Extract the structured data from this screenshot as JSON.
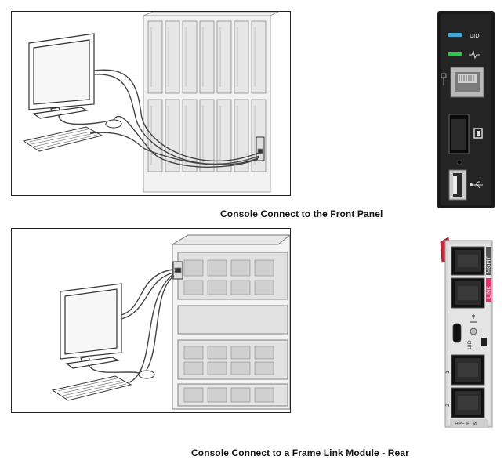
{
  "captions": {
    "front_panel": "Console Connect to the Front Panel",
    "frame_link_rear": "Console Connect to a Frame Link Module - Rear"
  },
  "front_panel_module": {
    "uid_label": "UID",
    "uid_led_color": "#3fa9d8",
    "health_led_color": "#2ec84a",
    "icons": [
      "uid-led",
      "health-icon",
      "ethernet-port",
      "network-icon",
      "displayport",
      "displayport-icon",
      "usb-port",
      "usb-icon"
    ]
  },
  "frame_link_module": {
    "mgmt_label": "MGMT",
    "link_label": "LINK",
    "port_1_label": "1",
    "port_2_label": "2",
    "uid_label": "UID",
    "name_label": "HPE FLM",
    "accent_color": "#d8356a"
  }
}
